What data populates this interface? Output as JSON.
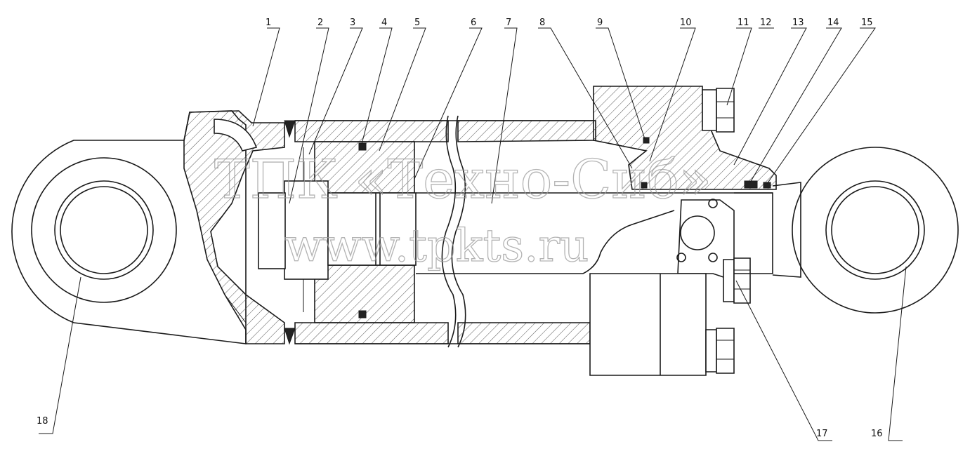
{
  "labels": [
    "1",
    "2",
    "3",
    "4",
    "5",
    "6",
    "7",
    "8",
    "9",
    "10",
    "11",
    "12",
    "13",
    "14",
    "15",
    "16",
    "17",
    "18"
  ],
  "watermark": {
    "line1": "ТПК «Техно-Сиб»",
    "line2": "www.tpkts.ru"
  }
}
